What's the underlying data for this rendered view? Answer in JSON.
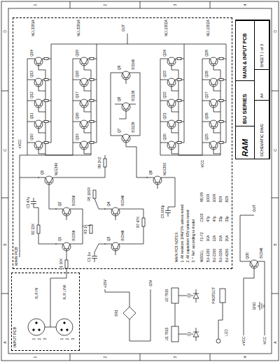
{
  "diagram": {
    "nodes": [
      {
        "text": [
          "MAIN PCB"
        ]
      },
      {
        "text": [
          "INPUT PCB"
        ]
      },
      {
        "text": [
          "RAM",
          "BU SERIES",
          "MAIN & INPUT PCB",
          "SCHEMATIC DWG",
          "A4",
          "SHEET 1 of 3"
        ]
      }
    ],
    "labels": [
      "A",
      "B",
      "C",
      "D",
      "A",
      "B",
      "C",
      "D",
      "1",
      "2",
      "3",
      "4",
      "1",
      "2",
      "3",
      "4",
      "Q10",
      "Q11",
      "Q12",
      "Q13",
      "Q14",
      "Q15",
      "Q16",
      "Q17",
      "Q18",
      "Q19",
      "Q20",
      "Q21",
      "Q22",
      "Q23",
      "Q24",
      "Q25",
      "Q26",
      "Q27",
      "Q28",
      "Q29",
      "MJL3281A",
      "MJL3281A",
      "MJL1302A",
      "MJL1302A",
      "Q1",
      "BC556",
      "Q2",
      "BC556",
      "Q3",
      "BC546",
      "Q4",
      "BC546",
      "Q5",
      "MJE340",
      "Q6",
      "MJE350",
      "Q7",
      "BD139",
      "Q8",
      "BD139",
      "Q9",
      "BD140",
      "R1 10K",
      "R2 22K",
      "C3 47u",
      "R3 1K",
      "C1 1u",
      "R5 100R",
      "R7 47K",
      "R9 2K2",
      "C5 100p",
      "+VCC",
      "-VCC",
      "OUT",
      "MAIN PCB NOTES:",
      "1. All resistors 1/4W 5% unless noted",
      "2. All capacitors 63V unless noted",
      "3. * Ref. according to model",
      "MODEL",
      "F1-F2",
      "C103",
      "R8,R9",
      "BU-1200",
      "10A",
      "47p",
      "100R",
      "BU-2200",
      "12A",
      "47p",
      "100R",
      "BU-3200",
      "15A",
      "33p",
      "82R",
      "BU-4200",
      "20A",
      "33p",
      "82R",
      "XLR IN",
      "XLR LINK",
      "1",
      "2",
      "3",
      "1",
      "2",
      "3",
      "BR1",
      "+15V",
      "-15V",
      "U1 7815",
      "U2 7915",
      "D1",
      "D2",
      "LED",
      "PROTECT",
      "+VCC",
      "-VCC",
      "GND",
      "Q30",
      "BC546",
      "OUT"
    ]
  }
}
